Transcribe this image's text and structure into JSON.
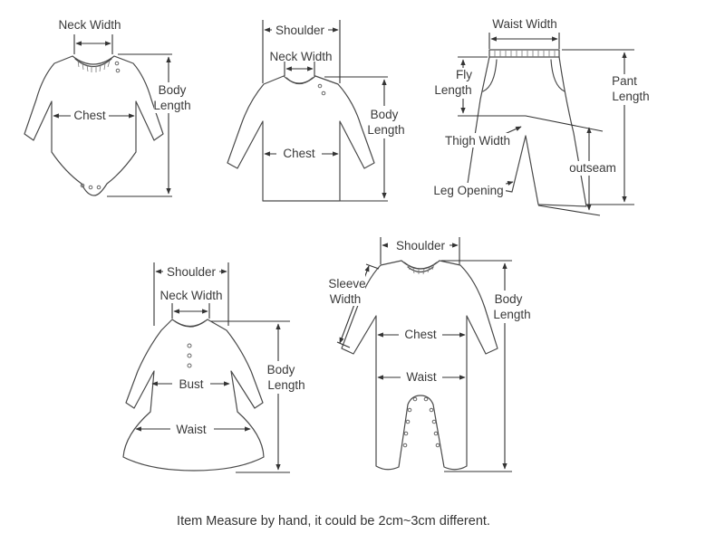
{
  "diagrams": {
    "bodysuit": {
      "neck_width": "Neck Width",
      "chest": "Chest",
      "body_length_1": "Body",
      "body_length_2": "Length"
    },
    "shirt": {
      "shoulder": "Shoulder",
      "neck_width": "Neck Width",
      "chest": "Chest",
      "body_length_1": "Body",
      "body_length_2": "Length"
    },
    "pants": {
      "waist_width": "Waist Width",
      "fly_length_1": "Fly",
      "fly_length_2": "Length",
      "pant_length_1": "Pant",
      "pant_length_2": "Length",
      "thigh_width": "Thigh Width",
      "outseam": "outseam",
      "leg_opening": "Leg Opening"
    },
    "dress": {
      "shoulder": "Shoulder",
      "neck_width": "Neck Width",
      "bust": "Bust",
      "waist": "Waist",
      "body_length_1": "Body",
      "body_length_2": "Length"
    },
    "romper": {
      "shoulder": "Shoulder",
      "sleeve_width_1": "Sleeve",
      "sleeve_width_2": "Width",
      "chest": "Chest",
      "waist": "Waist",
      "body_length_1": "Body",
      "body_length_2": "Length"
    }
  },
  "note": "Item Measure by hand, it could be 2cm~3cm different."
}
